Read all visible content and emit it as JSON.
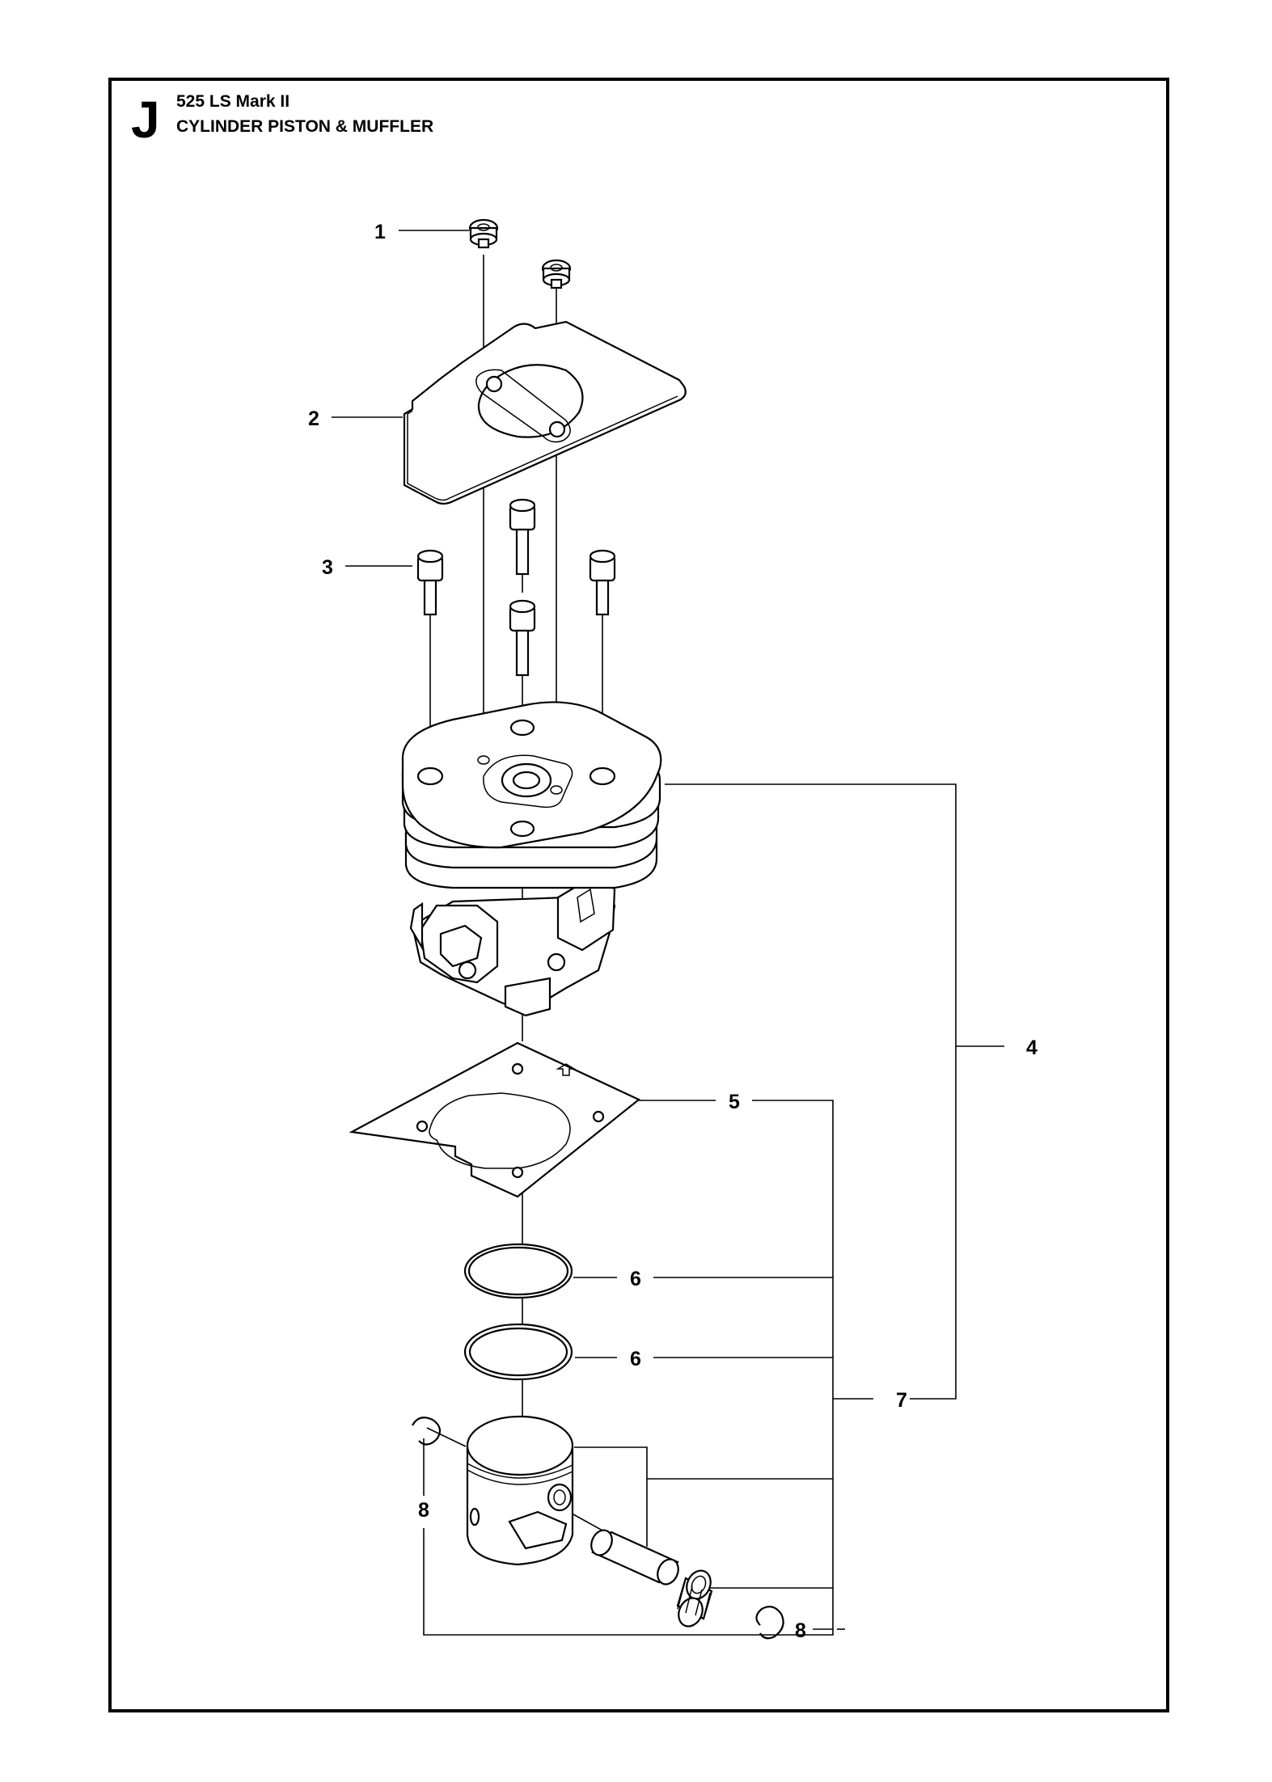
{
  "header": {
    "section_letter": "J",
    "model": "525 LS Mark II",
    "title": "CYLINDER PISTON & MUFFLER"
  },
  "callouts": [
    {
      "id": "c1",
      "label": "1"
    },
    {
      "id": "c2",
      "label": "2"
    },
    {
      "id": "c3",
      "label": "3"
    },
    {
      "id": "c4",
      "label": "4"
    },
    {
      "id": "c5",
      "label": "5"
    },
    {
      "id": "c6a",
      "label": "6"
    },
    {
      "id": "c6b",
      "label": "6"
    },
    {
      "id": "c7",
      "label": "7"
    },
    {
      "id": "c8a",
      "label": "8"
    },
    {
      "id": "c8b",
      "label": "8"
    }
  ]
}
